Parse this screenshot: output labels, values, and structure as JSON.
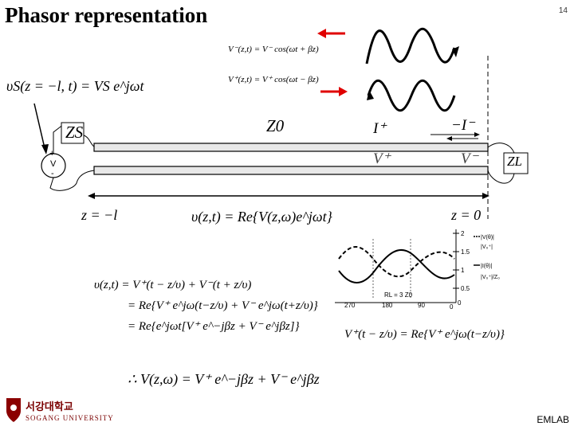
{
  "title": "Phasor representation",
  "page_number": "14",
  "equations": {
    "v_minus": "V⁻(z,t) = V⁻ cos(ωt + βz)",
    "v_plus": "V⁺(z,t) = V⁺ cos(ωt − βz)",
    "source": "υS(z = −l, t) = VS e^jωt",
    "time_domain": "υ(z,t) = Re{V(z,ω)e^jωt}",
    "expansion_1": "υ(z,t) = V⁺(t − z/υ) + V⁻(t + z/υ)",
    "expansion_2": "= Re{V⁺ e^jω(t−z/υ) + V⁻ e^jω(t+z/υ)}",
    "expansion_3": "= Re{e^jωt[V⁺ e^−jβz + V⁻ e^jβz]}",
    "forward_wave": "V⁺(t − z/υ) = Re{V⁺ e^jω(t−z/υ)}",
    "phasor_result": "∴ V(z,ω) = V⁺ e^−jβz + V⁻ e^jβz"
  },
  "circuit": {
    "source_impedance": "ZS",
    "char_impedance": "Z0",
    "load_impedance": "ZL",
    "current_forward": "I⁺",
    "current_backward": "−I⁻",
    "voltage_forward": "V⁺",
    "voltage_backward": "V⁻",
    "source_plus": "+",
    "source_v": "V",
    "source_minus": "-",
    "z_left": "z = −l",
    "z_right": "z = 0"
  },
  "standing_wave_plot": {
    "y_ticks": [
      "2",
      "1.5",
      "1",
      "0.5",
      "0"
    ],
    "x_ticks": [
      "270",
      "180",
      "90",
      "0"
    ],
    "load_label": "RL = 3 Z0",
    "legend": [
      "|V(θ)|",
      "|V₀⁺|",
      "|I(θ)|",
      "|V₀⁺|/Z₀"
    ]
  },
  "institution": {
    "name_korean": "서강대학교",
    "name_english": "SOGANG UNIVERSITY"
  },
  "footer": "EMLAB"
}
